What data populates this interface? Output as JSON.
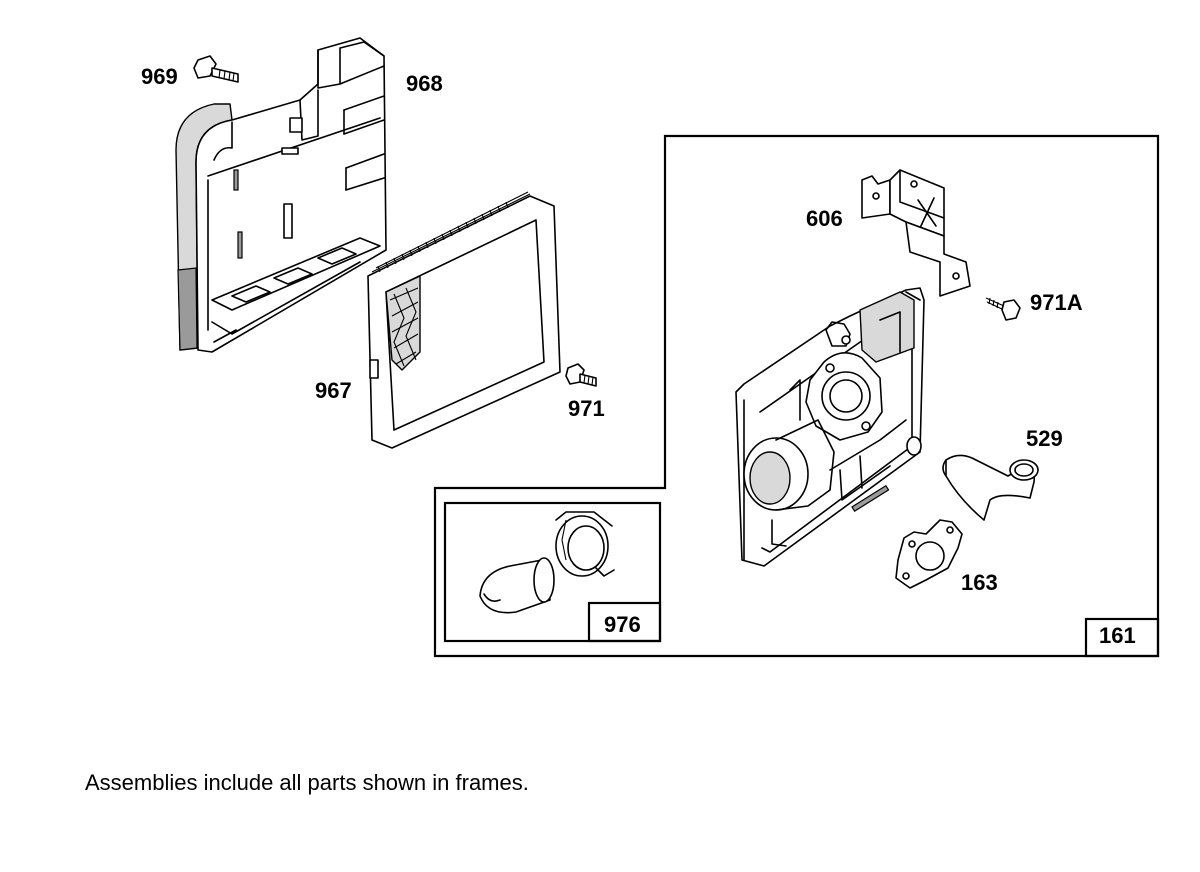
{
  "parts": {
    "p969": "969",
    "p968": "968",
    "p967": "967",
    "p971": "971",
    "p606": "606",
    "p971a": "971A",
    "p529": "529",
    "p163": "163",
    "p976": "976",
    "p161": "161"
  },
  "note": "Assemblies include all parts shown in frames."
}
